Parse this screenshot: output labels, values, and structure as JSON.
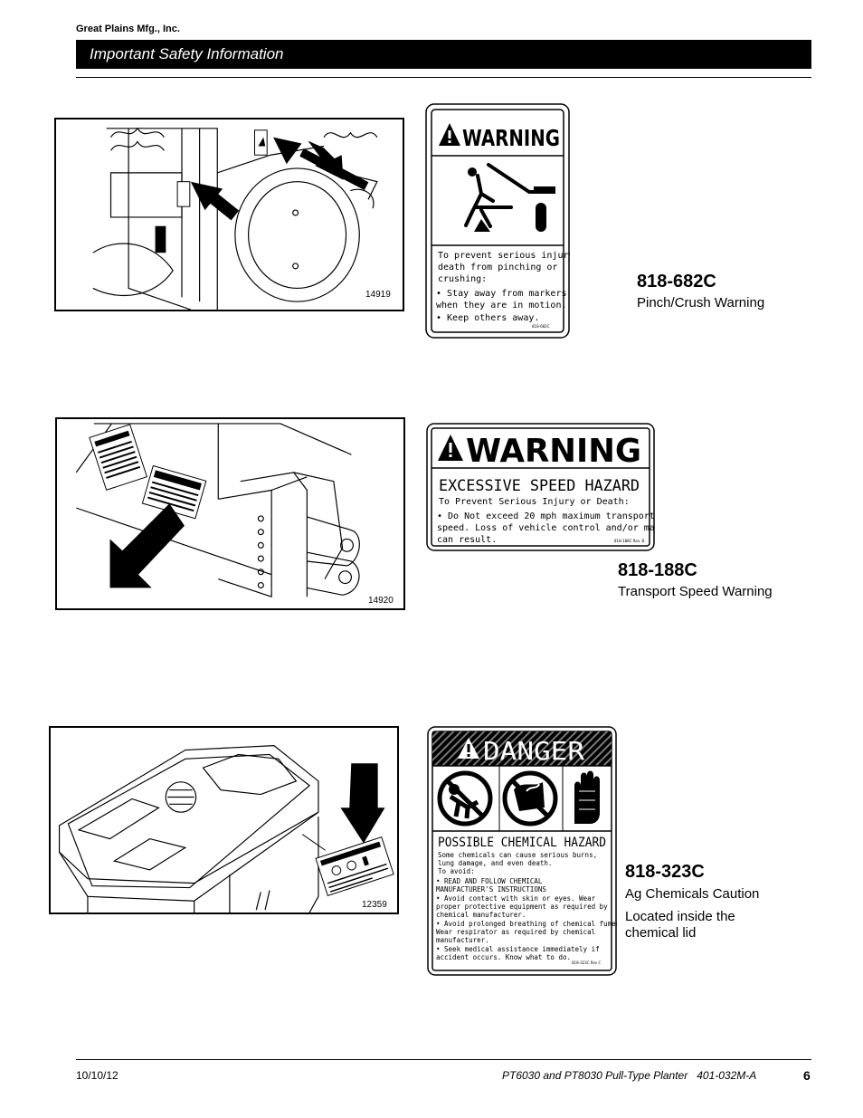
{
  "header": {
    "company": "Great Plains Mfg., Inc.",
    "section": "Important Safety Information"
  },
  "decals": [
    {
      "illustration_number": "14919",
      "part_number": "818-682C",
      "description": "Pinch/Crush Warning",
      "note": "",
      "decal_text": {
        "signal_word": "WARNING",
        "lines": [
          "To prevent serious injury or",
          "death from pinching or",
          "crushing:",
          "• Stay away from markers",
          "  when they are in motion.",
          "• Keep others away."
        ],
        "code": "818-682C"
      }
    },
    {
      "illustration_number": "14920",
      "part_number": "818-188C",
      "description": "Transport Speed Warning",
      "note": "",
      "decal_text": {
        "signal_word": "WARNING",
        "hazard": "EXCESSIVE SPEED HAZARD",
        "lines": [
          "To Prevent Serious Injury or Death:",
          "• Do Not exceed 20 mph maximum transport",
          "  speed. Loss of vehicle control and/or machine",
          "  can result."
        ],
        "code": "818-188C Rev. B"
      }
    },
    {
      "illustration_number": "12359",
      "part_number": "818-323C",
      "description": "Ag Chemicals Caution",
      "note": "Located inside the chemical lid",
      "decal_text": {
        "signal_word": "DANGER",
        "hazard": "POSSIBLE CHEMICAL HAZARD",
        "lines": [
          "Some chemicals can cause serious burns,",
          "lung damage, and even death.",
          "To avoid:",
          "• READ AND FOLLOW CHEMICAL",
          "  MANUFACTURER'S INSTRUCTIONS",
          "• Avoid contact with skin or eyes. Wear",
          "  proper protective equipment as required by",
          "  chemical manufacturer.",
          "• Avoid prolonged breathing of chemical fumes.",
          "  Wear respirator as required by chemical",
          "  manufacturer.",
          "• Seek medical assistance immediately if",
          "  accident occurs. Know what to do."
        ],
        "code": "818-323C Rev C"
      }
    }
  ],
  "footer": {
    "date": "10/10/12",
    "title": "PT6030 and PT8030 Pull-Type Planter   401-032M-A",
    "page": "6"
  },
  "icons": [
    "warning-triangle-icon",
    "arrow-icon",
    "no-child-icon",
    "no-drink-icon",
    "glove-icon"
  ]
}
